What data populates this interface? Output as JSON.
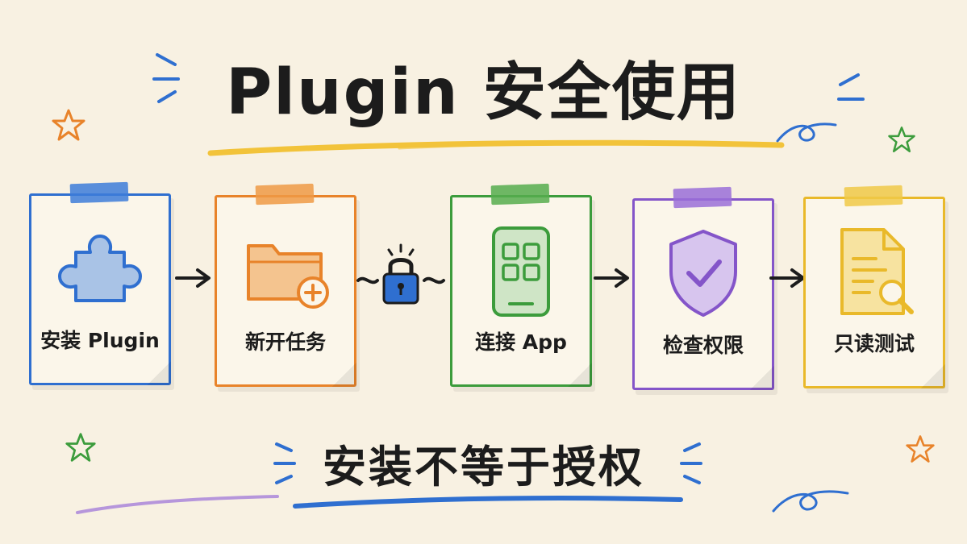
{
  "title": "Plugin 安全使用",
  "subtitle": "安装不等于授权",
  "steps": [
    {
      "label": "安装 Plugin",
      "icon": "puzzle-piece-icon",
      "color": "#2f6fd0",
      "tape": "#3d7dd9"
    },
    {
      "label": "新开任务",
      "icon": "folder-plus-icon",
      "color": "#e8832a",
      "tape": "#ef9a45"
    },
    {
      "label": "连接 App",
      "icon": "phone-app-grid-icon",
      "color": "#3c9c3c",
      "tape": "#56ad4e"
    },
    {
      "label": "检查权限",
      "icon": "shield-check-icon",
      "color": "#8455c9",
      "tape": "#9a6fd8"
    },
    {
      "label": "只读测试",
      "icon": "document-search-icon",
      "color": "#e9b92a",
      "tape": "#f0c948"
    }
  ],
  "connector_icon": "padlock-chain-icon",
  "colors": {
    "background": "#f8f1e2",
    "text": "#1c1c1c",
    "title_underline": "#f2c33a",
    "subtitle_underline": "#2f6fd0"
  }
}
